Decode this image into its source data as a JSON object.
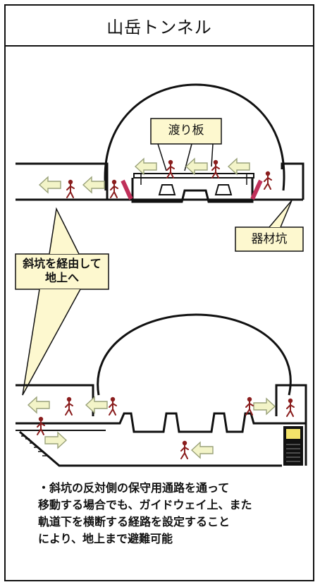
{
  "title": "山岳トンネル",
  "labels": {
    "watari_ita": "渡り板",
    "kizai_kou": "器材坑",
    "shakou_line1": "斜坑を経由して",
    "shakou_line2": "地上へ"
  },
  "description": [
    "・斜坑の反対側の保守用通路を通って",
    "移動する場合でも、ガイドウェイ上、また",
    "軌道下を横断する経路を設定すること",
    "により、地上まで避難可能"
  ],
  "colors": {
    "arrow_fill": "#f3f4c8",
    "arrow_stroke": "#9aa27a",
    "callout_fill": "#fdf8cf",
    "person": "#8a1d1d",
    "wall_accent": "#c0305a"
  },
  "icons": [
    "left-arrow-icon",
    "right-arrow-icon",
    "person-icon",
    "stair-icon"
  ]
}
